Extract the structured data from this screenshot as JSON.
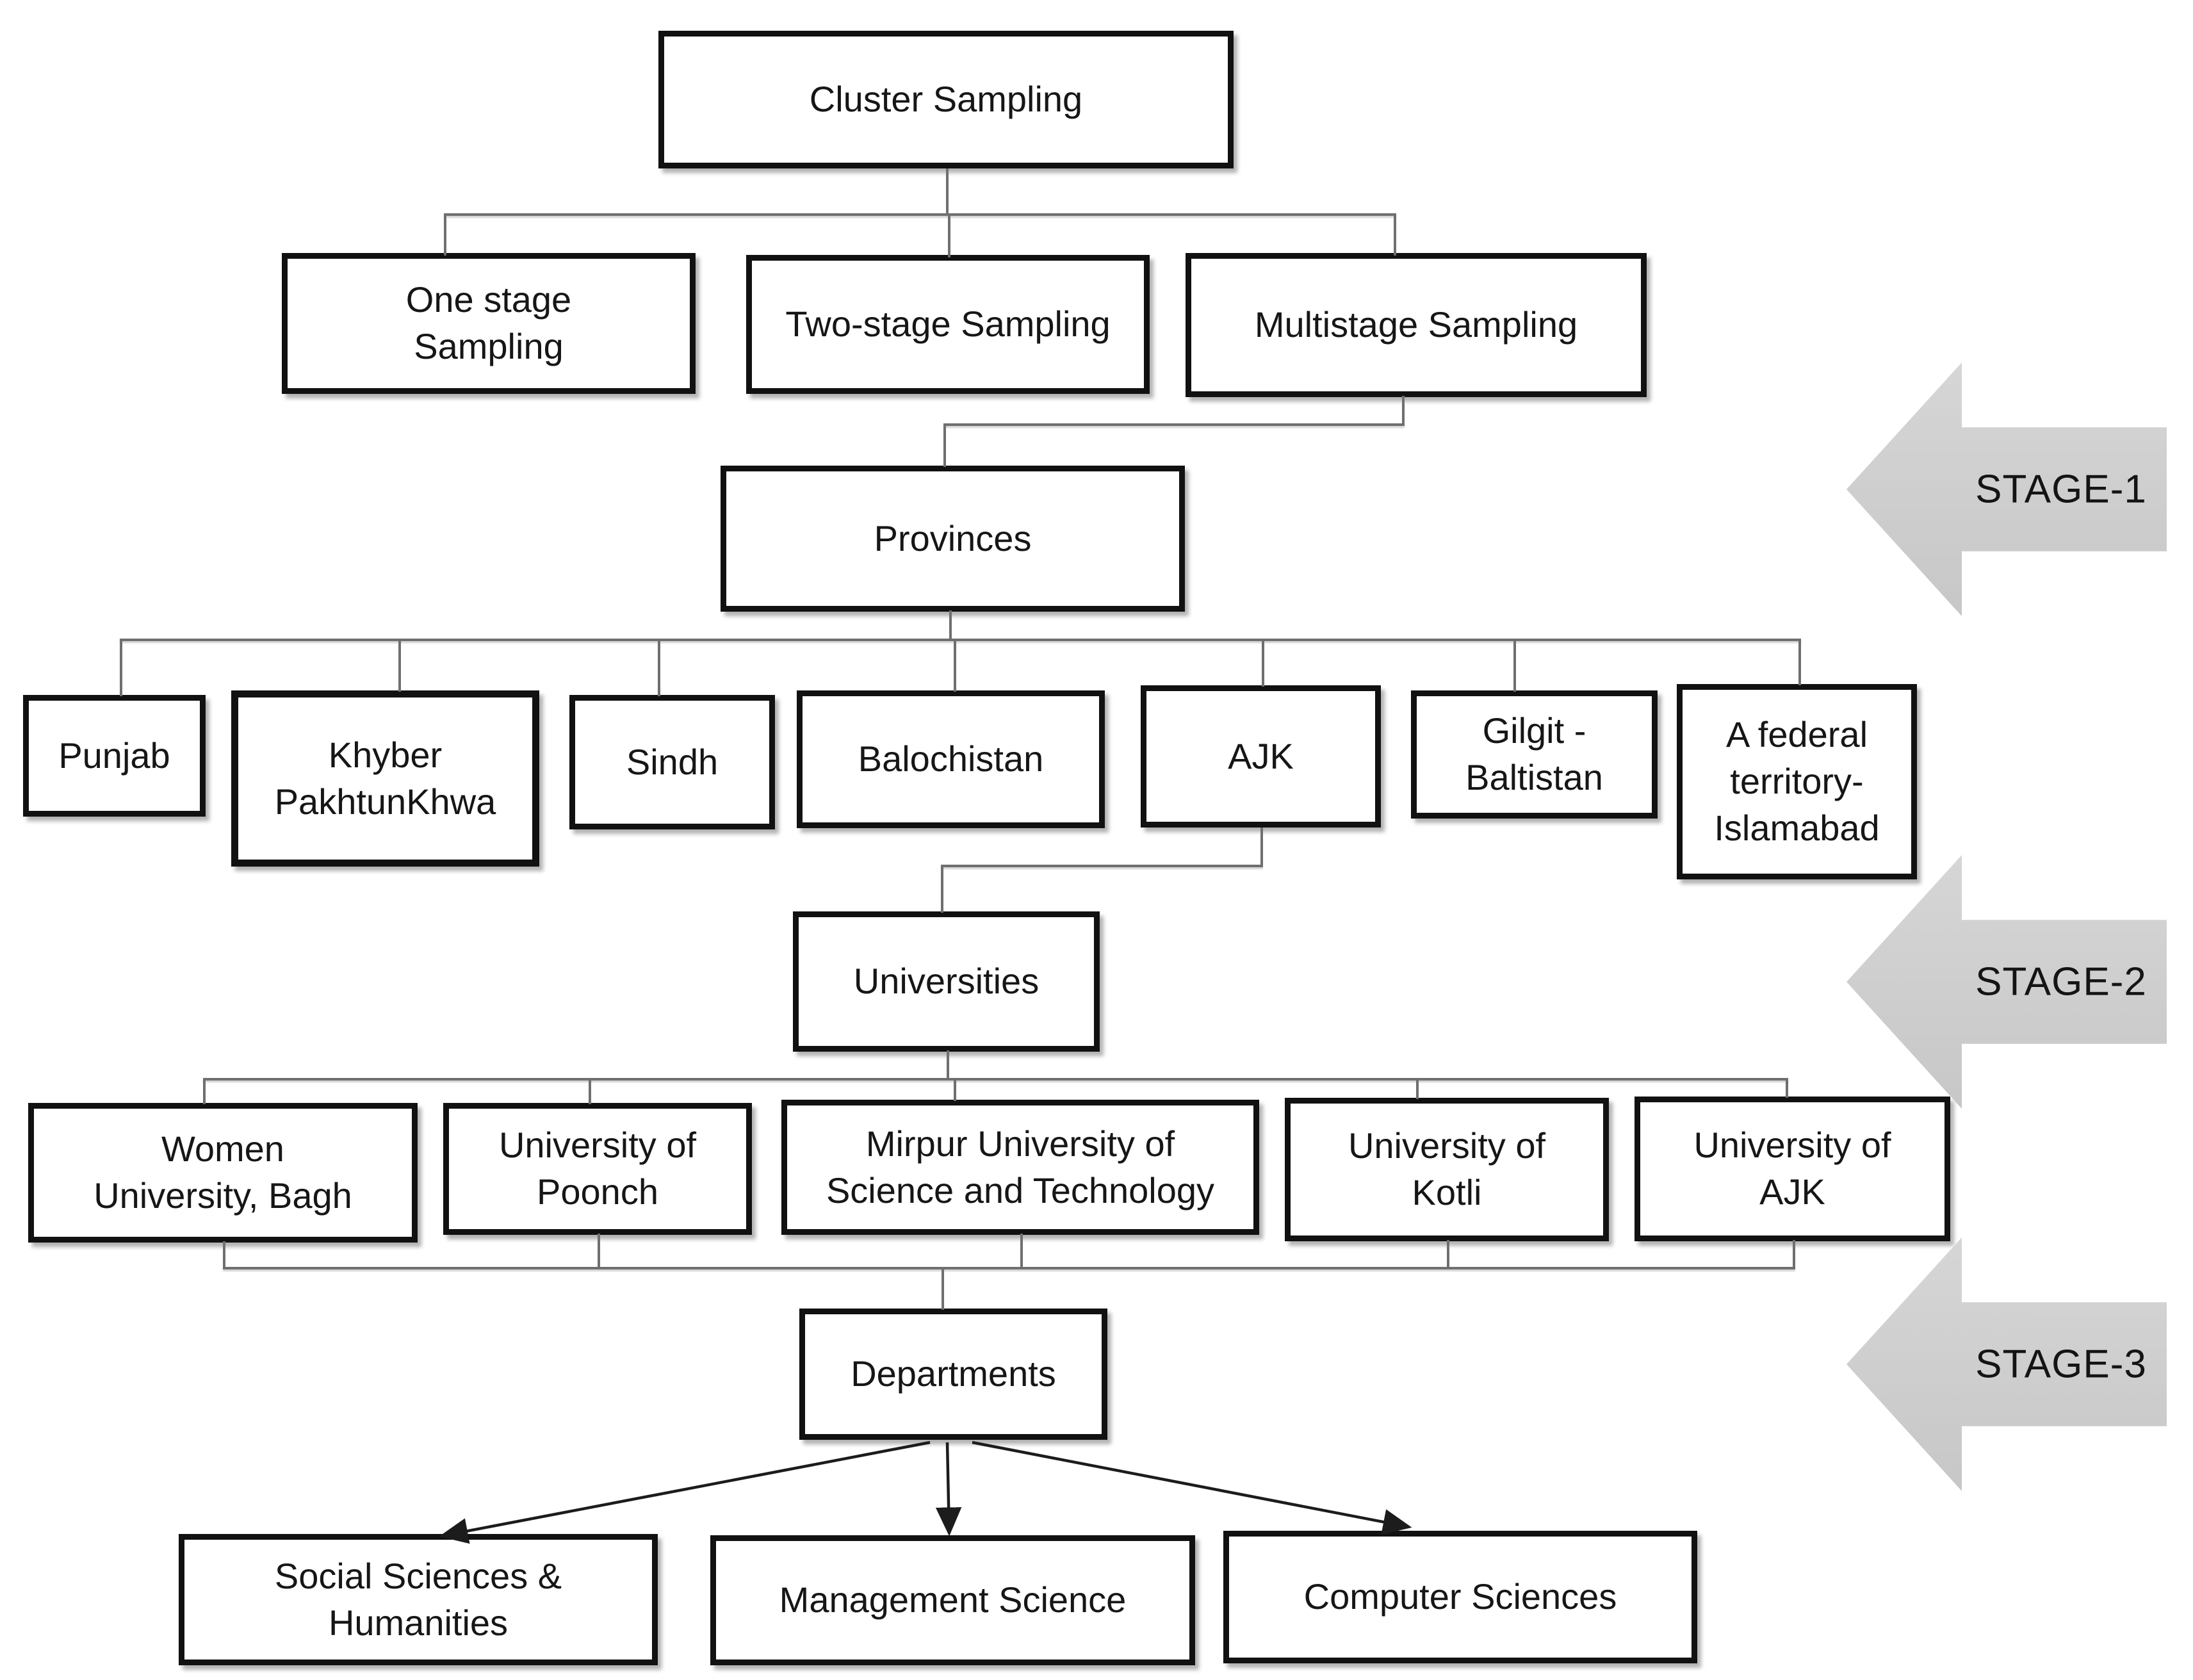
{
  "diagram": {
    "root": "Cluster Sampling",
    "sampling_types": [
      "One stage\nSampling",
      "Two-stage Sampling",
      "Multistage Sampling"
    ],
    "level_hubs": {
      "provinces": "Provinces",
      "universities": "Universities",
      "departments": "Departments"
    },
    "provinces": [
      "Punjab",
      "Khyber\nPakhtunKhwa",
      "Sindh",
      "Balochistan",
      "AJK",
      "Gilgit -\nBaltistan",
      "A federal\nterritory-\nIslamabad"
    ],
    "universities": [
      "Women\nUniversity, Bagh",
      "University of\nPoonch",
      "Mirpur University of\nScience and Technology",
      "University of\nKotli",
      "University of\nAJK"
    ],
    "departments": [
      "Social Sciences &\nHumanities",
      "Management Science",
      "Computer Sciences"
    ],
    "stages": [
      "STAGE-1",
      "STAGE-2",
      "STAGE-3"
    ]
  },
  "colors": {
    "background": "#ffffff",
    "box_border": "#111111",
    "connector": "#6f6f6f",
    "stage_arrow_fill": "#cdcdcd",
    "text": "#161616"
  }
}
